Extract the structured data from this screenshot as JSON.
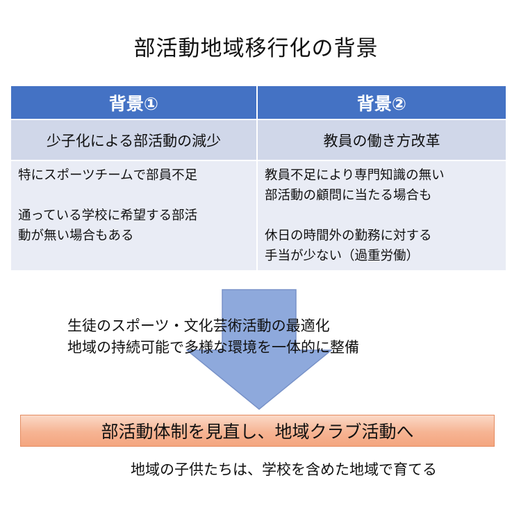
{
  "title": "部活動地域移行化の背景",
  "table": {
    "left": {
      "header": "背景①",
      "subheader": "少子化による部活動の減少",
      "points": [
        "特にスポーツチームで部員不足",
        "通っている学校に希望する部活\n動が無い場合もある"
      ]
    },
    "right": {
      "header": "背景②",
      "subheader": "教員の働き方改革",
      "points": [
        "教員不足により専門知識の無い\n部活動の顧問に当たる場合も",
        "休日の時間外の勤務に対する\n手当が少ない（過重労働）"
      ]
    }
  },
  "arrow_text": "生徒のスポーツ・文化芸術活動の最適化\n地域の持続可能で多様な環境を一体的に整備",
  "result": "部活動体制を見直し、地域クラブ活動へ",
  "footer": "地域の子供たちは、学校を含めた地域で育てる",
  "colors": {
    "header_blue": "#4472c4",
    "subheader_bg": "#d0d7e9",
    "body_bg": "#e9ecf5",
    "arrow_fill": "#8ea9dc",
    "result_fill": "#f6b493",
    "result_border": "#e48c61"
  }
}
